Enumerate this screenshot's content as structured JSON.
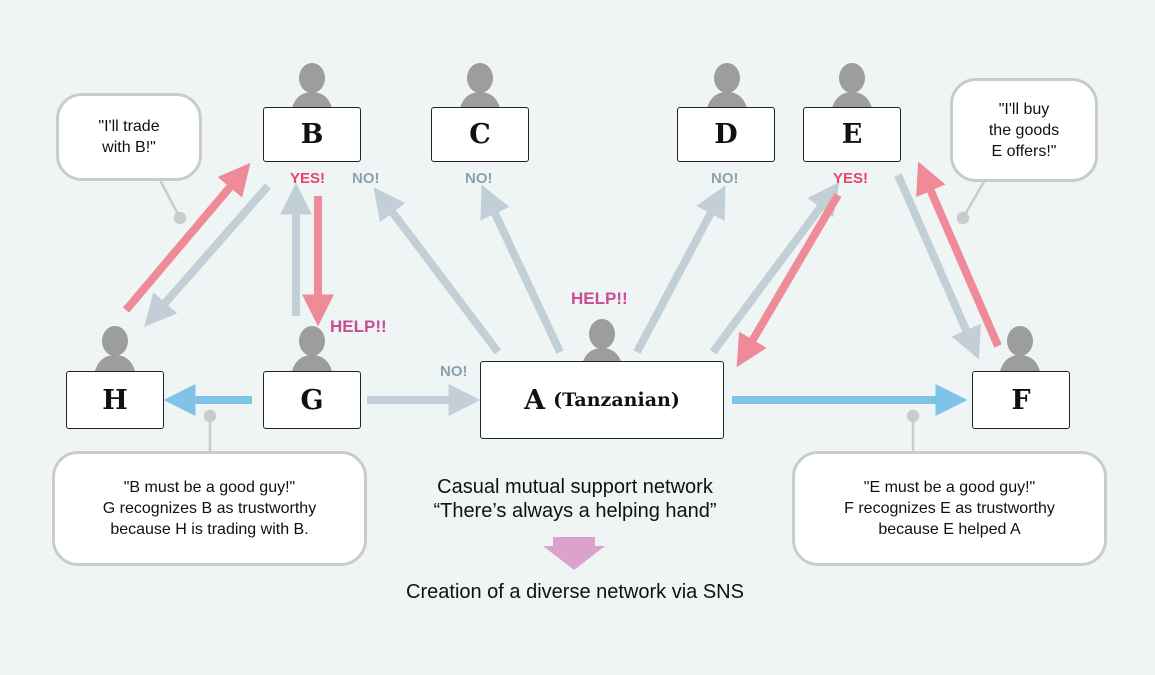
{
  "nodes": {
    "B": "B",
    "C": "C",
    "D": "D",
    "E": "E",
    "H": "H",
    "G": "G",
    "F": "F",
    "A": "A",
    "A_sub": "(Tanzanian)"
  },
  "responses": {
    "b_yes": "YES!",
    "b_no": "NO!",
    "c_no": "NO!",
    "d_no": "NO!",
    "e_yes": "YES!",
    "g_no": "NO!"
  },
  "help_calls": {
    "a": "HELP!!",
    "g": "HELP!!"
  },
  "bubbles": {
    "h_quote": [
      "\"I'll trade",
      "with B!\""
    ],
    "f_quote": [
      "\"I'll buy",
      "the goods",
      "E offers!\""
    ],
    "g_note": [
      "\"B must be a good guy!\"",
      "G recognizes B as trustworthy",
      "because H is trading with B."
    ],
    "f_note": [
      "\"E must be a good guy!\"",
      "F recognizes E as trustworthy",
      "because E helped A"
    ]
  },
  "captions": {
    "line1": "Casual mutual support network",
    "line2": "“There’s always a helping hand”",
    "result": "Creation of a diverse network via SNS"
  },
  "colors": {
    "background": "#eef5f4",
    "arrow_gray": "#c2cfd6",
    "arrow_red": "#ef8a98",
    "arrow_blue": "#7fc4e8",
    "yes_red": "#e8456a",
    "no_gray": "#8ba2b1",
    "help_magenta": "#c94c95",
    "down_arrow": "#dca2cc",
    "person_icon": "#9d9d9d"
  },
  "icons": [
    "person-icon",
    "down-arrow-icon"
  ]
}
